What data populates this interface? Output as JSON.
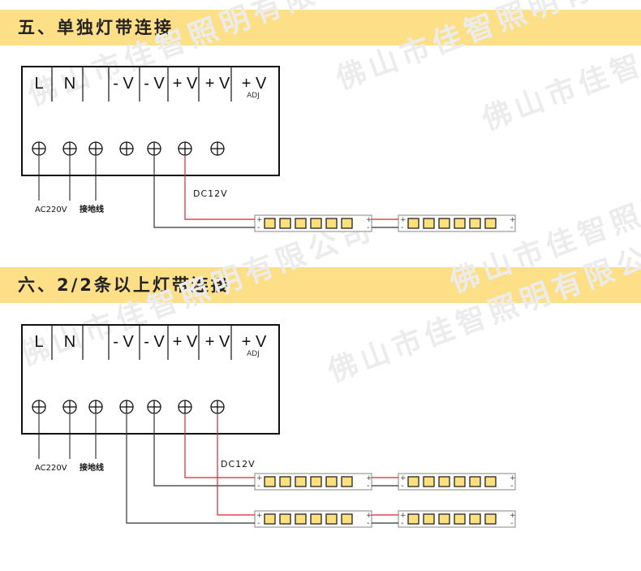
{
  "sections": [
    {
      "title": "五、单独灯带连接",
      "terminals": [
        {
          "label": "L",
          "sub": ""
        },
        {
          "label": "N",
          "sub": ""
        },
        {
          "label": "",
          "sub": ""
        },
        {
          "label": "- V",
          "sub": ""
        },
        {
          "label": "- V",
          "sub": ""
        },
        {
          "label": "+ V",
          "sub": ""
        },
        {
          "label": "+ V",
          "sub": ""
        },
        {
          "label": "+ V",
          "sub": "ADJ"
        }
      ],
      "labels": {
        "ac": "AC220V",
        "ground": "接地线",
        "dc": "DC12V"
      }
    },
    {
      "title": "六、2/2条以上灯带连接",
      "terminals": [
        {
          "label": "L",
          "sub": ""
        },
        {
          "label": "N",
          "sub": ""
        },
        {
          "label": "",
          "sub": ""
        },
        {
          "label": "- V",
          "sub": ""
        },
        {
          "label": "- V",
          "sub": ""
        },
        {
          "label": "+ V",
          "sub": ""
        },
        {
          "label": "+ V",
          "sub": ""
        },
        {
          "label": "+ V",
          "sub": "ADJ"
        }
      ],
      "labels": {
        "ac": "AC220V",
        "ground": "接地线",
        "dc": "DC12V"
      }
    }
  ],
  "strip": {
    "plus": "+",
    "minus": "-",
    "led_count": 6,
    "led_color": "#fde07c"
  },
  "watermark": "佛山市佳智照明有限公司",
  "colors": {
    "banner": "#fcdf86",
    "positive_wire": "#d9262e",
    "negative_wire": "#333333"
  }
}
